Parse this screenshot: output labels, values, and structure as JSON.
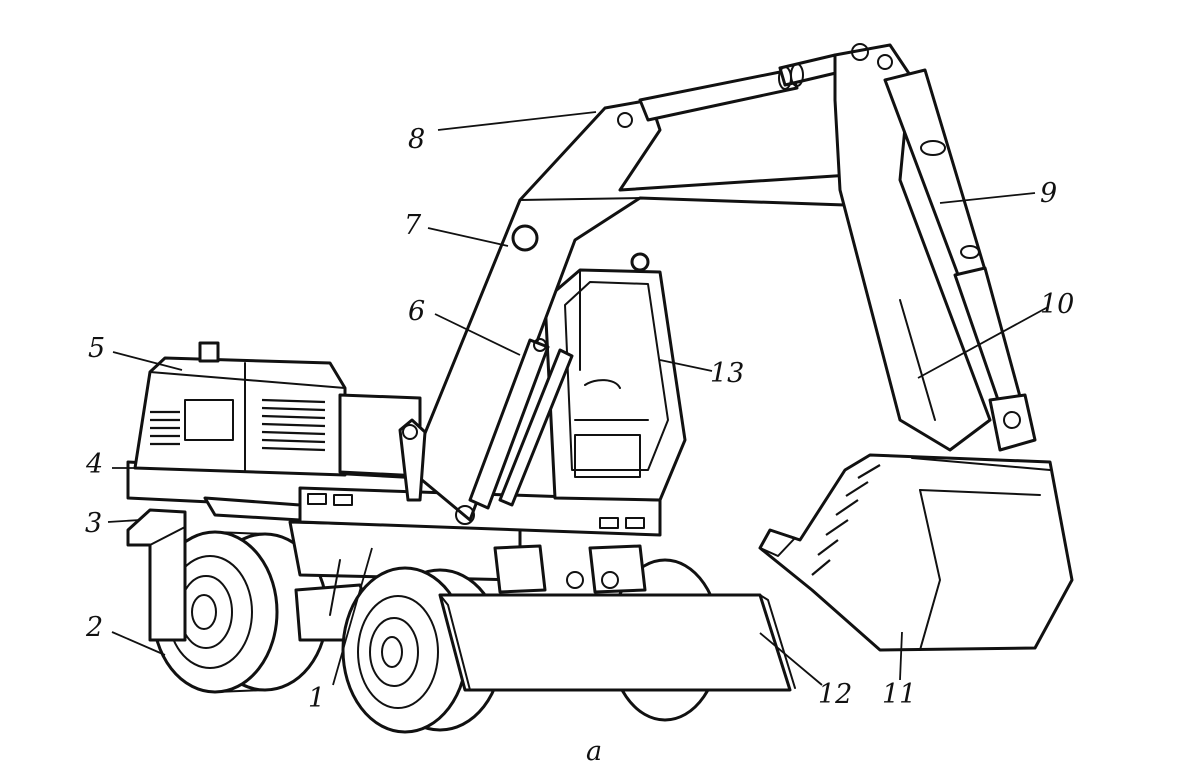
{
  "figure": {
    "caption": "a",
    "callouts": [
      {
        "id": "c1",
        "label": "1"
      },
      {
        "id": "c2",
        "label": "2"
      },
      {
        "id": "c3",
        "label": "3"
      },
      {
        "id": "c4",
        "label": "4"
      },
      {
        "id": "c5",
        "label": "5"
      },
      {
        "id": "c6",
        "label": "6"
      },
      {
        "id": "c7",
        "label": "7"
      },
      {
        "id": "c8",
        "label": "8"
      },
      {
        "id": "c9",
        "label": "9"
      },
      {
        "id": "c10",
        "label": "10"
      },
      {
        "id": "c11",
        "label": "11"
      },
      {
        "id": "c12",
        "label": "12"
      },
      {
        "id": "c13",
        "label": "13"
      }
    ]
  }
}
